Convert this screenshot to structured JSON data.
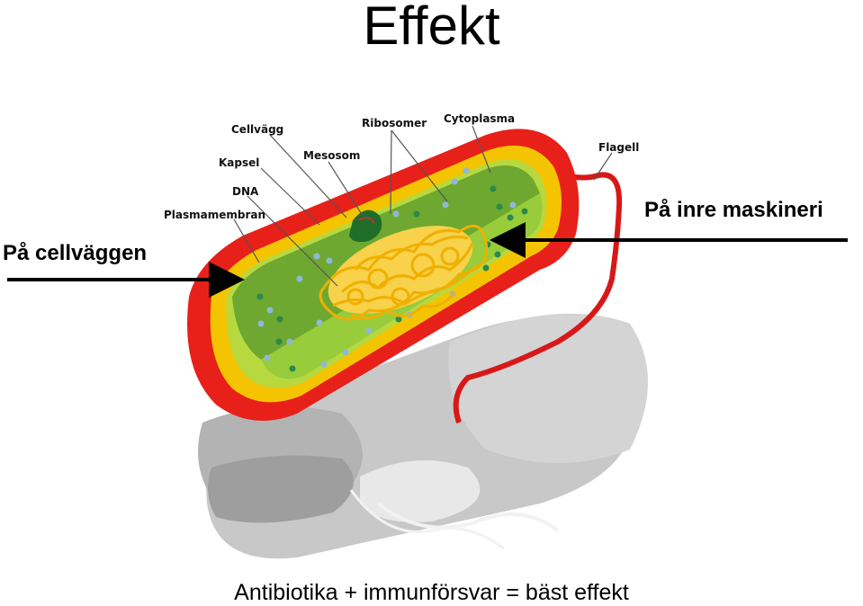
{
  "slide": {
    "title": "Effekt",
    "left_label": "På cellväggen",
    "right_label": "På inre maskineri",
    "footer": "Antibiotika + immunförsvar = bäst effekt"
  },
  "diagram": {
    "labels": {
      "cellvagg": "Cellvägg",
      "ribosomer": "Ribosomer",
      "cytoplasma": "Cytoplasma",
      "kapsel": "Kapsel",
      "mesosom": "Mesosom",
      "flagell": "Flagell",
      "dna": "DNA",
      "plasmamembran": "Plasmamembran"
    }
  }
}
